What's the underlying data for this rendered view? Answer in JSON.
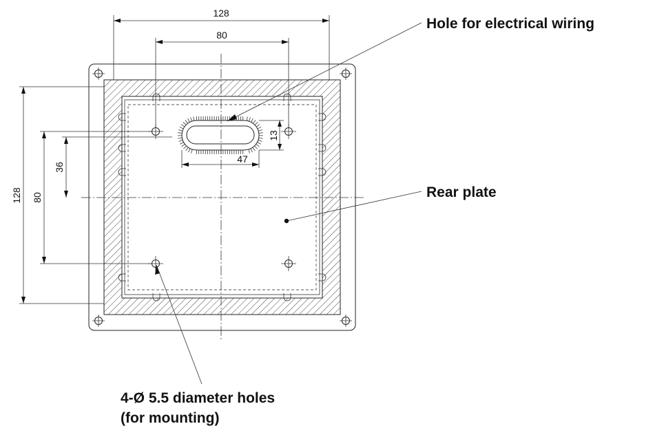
{
  "dimensions": {
    "top_outer": "128",
    "top_inner": "80",
    "left_outer": "128",
    "left_inner": "80",
    "left_center": "36",
    "slot_width": "47",
    "slot_height": "13"
  },
  "callouts": {
    "wiring_hole": "Hole for electrical wiring",
    "rear_plate": "Rear plate",
    "mounting_line1": "4-Ø 5.5 diameter holes",
    "mounting_line2": "(for mounting)"
  }
}
